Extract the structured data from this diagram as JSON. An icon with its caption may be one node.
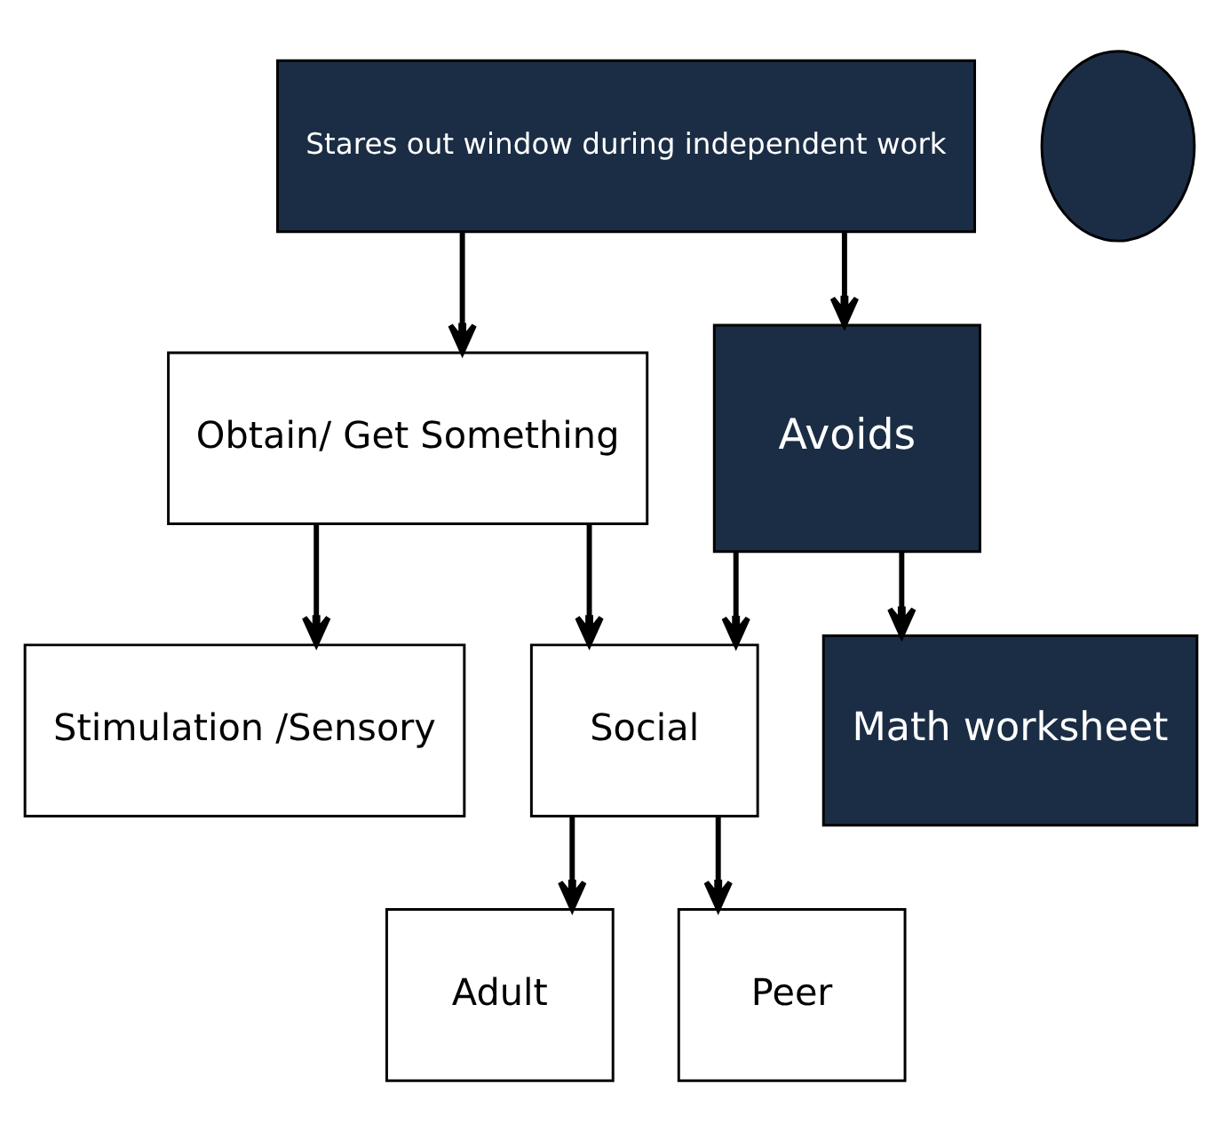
{
  "diagram": {
    "nodes": [
      {
        "text": [
          "Stares out window during independent work"
        ]
      },
      {
        "text": [],
        "shape": "ellipse"
      },
      {
        "text": [
          "Obtain/ Get Something"
        ]
      },
      {
        "text": [
          "Avoids"
        ]
      },
      {
        "text": [
          "Stimulation /Sensory"
        ]
      },
      {
        "text": [
          "Social"
        ]
      },
      {
        "text": [
          "Math worksheet"
        ]
      },
      {
        "text": [
          "Adult"
        ]
      },
      {
        "text": [
          "Peer"
        ]
      }
    ],
    "edges": [
      {
        "from": 0,
        "to": 2,
        "arrow": "to"
      },
      {
        "from": 0,
        "to": 3,
        "arrow": "to"
      },
      {
        "from": 2,
        "to": 4,
        "arrow": "to"
      },
      {
        "from": 2,
        "to": 5,
        "arrow": "to"
      },
      {
        "from": 3,
        "to": 5,
        "arrow": "to"
      },
      {
        "from": 3,
        "to": 6,
        "arrow": "to"
      },
      {
        "from": 5,
        "to": 7,
        "arrow": "to"
      },
      {
        "from": 5,
        "to": 8,
        "arrow": "to"
      }
    ]
  }
}
